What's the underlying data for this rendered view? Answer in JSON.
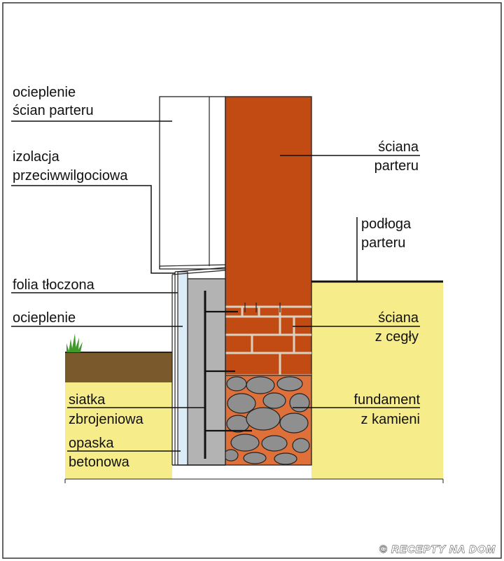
{
  "labels": {
    "ocieplenie_scian_parteru": [
      "ocieplenie",
      "ścian parteru"
    ],
    "izolacja": [
      "izolacja",
      "przeciwwilgociowa"
    ],
    "folia": [
      "folia tłoczona"
    ],
    "ocieplenie": [
      "ocieplenie"
    ],
    "siatka": [
      "siatka",
      "zbrojeniowa"
    ],
    "opaska": [
      "opaska",
      "betonowa"
    ],
    "sciana_parteru": [
      "ściana",
      "parteru"
    ],
    "podloga": [
      "podłoga",
      "parteru"
    ],
    "sciana_cegly": [
      "ściana",
      "z cegły"
    ],
    "fundament": [
      "fundament",
      "z kamieni"
    ]
  },
  "watermark": "© RECEPTY NA DOM",
  "colors": {
    "brick_wall": "#c24b14",
    "brick_joint": "#d9d0c0",
    "soil_sand": "#f6ec8a",
    "topsoil": "#7a5a2c",
    "concrete": "#b3b3b3",
    "insulation": "#dcecf6",
    "stone": "#8f8f8f",
    "mortar_orange": "#e0703a",
    "grass": "#3f9a2a"
  },
  "icons": [
    "grass-icon"
  ]
}
